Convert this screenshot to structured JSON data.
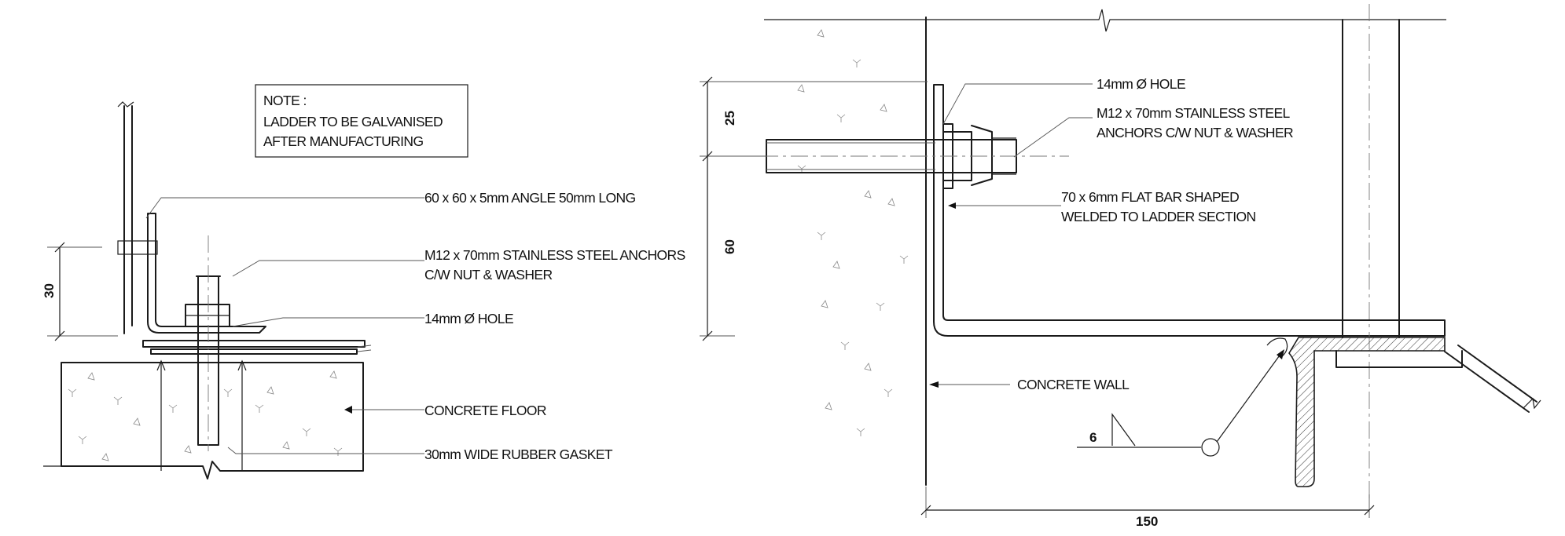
{
  "note": {
    "title": "NOTE :",
    "line1": "LADDER TO BE GALVANISED",
    "line2": "AFTER MANUFACTURING"
  },
  "left_detail": {
    "labels": {
      "angle": "60 x 60 x 5mm ANGLE 50mm LONG",
      "anchors_line1": "M12 x 70mm STAINLESS STEEL ANCHORS",
      "anchors_line2": "C/W NUT & WASHER",
      "hole": "14mm Ø HOLE",
      "floor": "CONCRETE FLOOR",
      "gasket": "30mm WIDE RUBBER GASKET"
    },
    "dimensions": {
      "height": "30"
    }
  },
  "right_detail": {
    "labels": {
      "hole": "14mm Ø HOLE",
      "anchors_line1": "M12 x 70mm STAINLESS STEEL",
      "anchors_line2": "ANCHORS C/W NUT & WASHER",
      "flatbar_line1": "70 x 6mm FLAT BAR SHAPED",
      "flatbar_line2": "WELDED TO LADDER SECTION",
      "wall": "CONCRETE WALL",
      "weld": "6"
    },
    "dimensions": {
      "upper": "25",
      "lower": "60",
      "width": "150"
    }
  }
}
